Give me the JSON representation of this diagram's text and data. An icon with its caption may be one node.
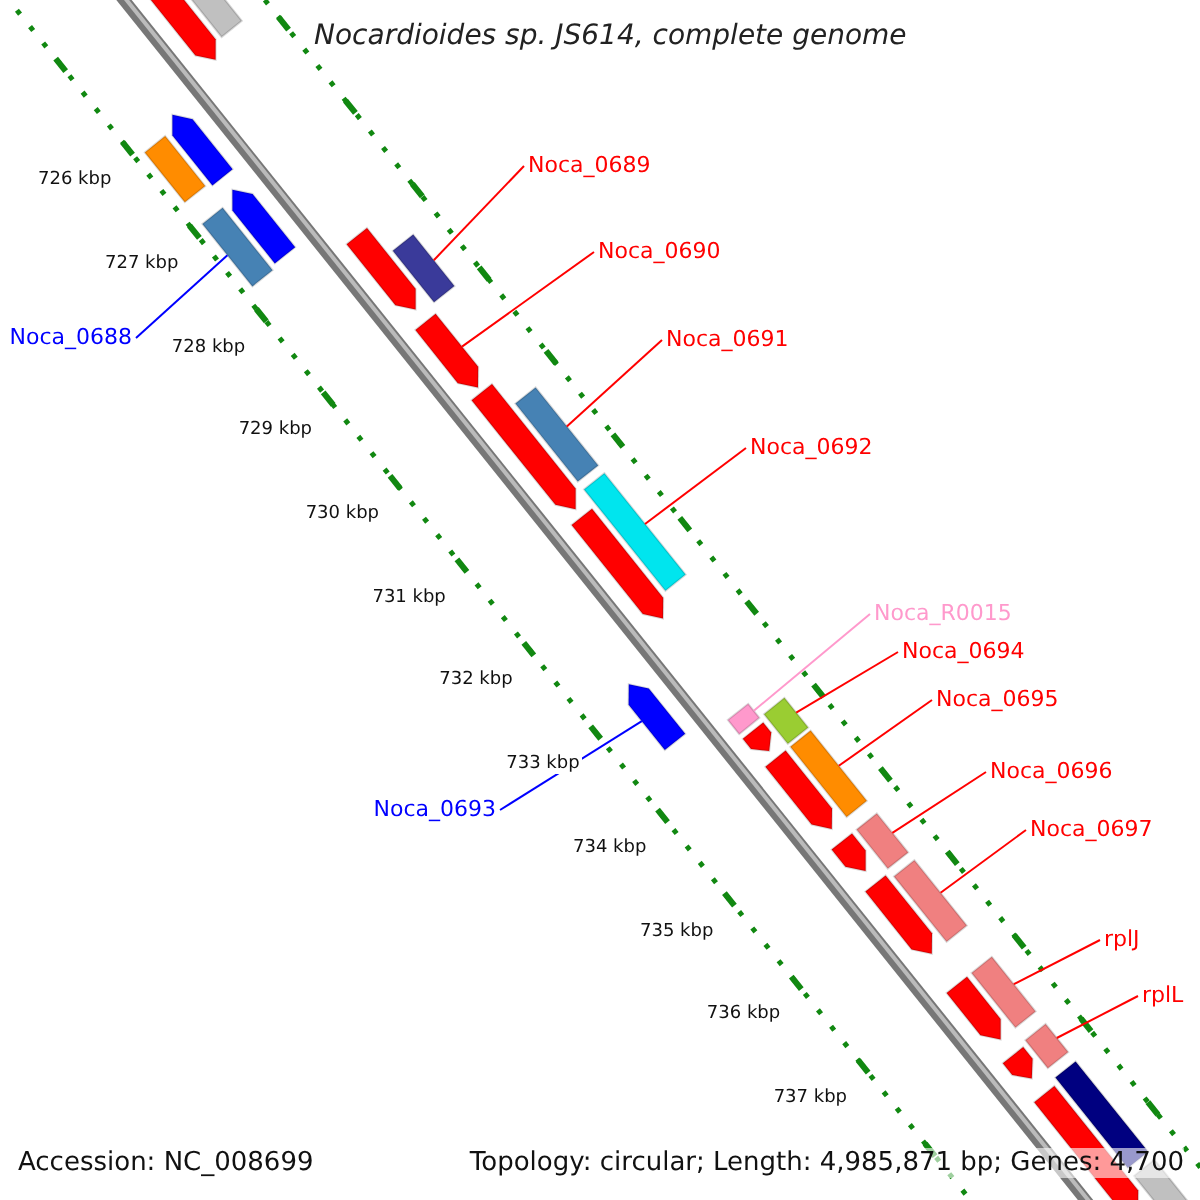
{
  "diagram": {
    "title": "Nocardioides sp. JS614, complete genome",
    "nodes": [
      {
        "text": [
          "Noca_0689"
        ]
      },
      {
        "text": [
          "Noca_0690"
        ]
      },
      {
        "text": [
          "Noca_0688"
        ]
      },
      {
        "text": [
          "Noca_0691"
        ]
      },
      {
        "text": [
          "Noca_0692"
        ]
      },
      {
        "text": [
          "Noca_R0015"
        ]
      },
      {
        "text": [
          "Noca_0694"
        ]
      },
      {
        "text": [
          "Noca_0695"
        ]
      },
      {
        "text": [
          "Noca_0696"
        ]
      },
      {
        "text": [
          "Noca_0693"
        ]
      },
      {
        "text": [
          "Noca_0697"
        ]
      },
      {
        "text": [
          "rplJ"
        ]
      },
      {
        "text": [
          "rplL"
        ]
      },
      {
        "text": [],
        "shape": "arrow"
      },
      {
        "text": [],
        "shape": "box"
      },
      {
        "text": [],
        "shape": "arrow"
      },
      {
        "text": [],
        "shape": "box"
      },
      {
        "text": [],
        "shape": "arrow"
      },
      {
        "text": [],
        "shape": "box"
      },
      {
        "text": [],
        "shape": "arrow"
      },
      {
        "text": [],
        "shape": "box"
      },
      {
        "text": [],
        "shape": "arrow"
      },
      {
        "text": [],
        "shape": "arrow"
      },
      {
        "text": [],
        "shape": "box"
      },
      {
        "text": [],
        "shape": "box"
      },
      {
        "text": [],
        "shape": "arrow"
      },
      {
        "text": [],
        "shape": "arrow"
      },
      {
        "text": [],
        "shape": "box"
      },
      {
        "text": [],
        "shape": "box"
      },
      {
        "text": [],
        "shape": "arrow"
      },
      {
        "text": [],
        "shape": "box"
      },
      {
        "text": [],
        "shape": "arrow"
      },
      {
        "text": [],
        "shape": "box"
      },
      {
        "text": [],
        "shape": "arrow"
      },
      {
        "text": [],
        "shape": "arrow"
      },
      {
        "text": [],
        "shape": "box"
      },
      {
        "text": [],
        "shape": "arrow"
      },
      {
        "text": [],
        "shape": "box"
      },
      {
        "text": [],
        "shape": "box"
      },
      {
        "text": [],
        "shape": "arrow"
      },
      {
        "text": [],
        "shape": "box"
      },
      {
        "text": [],
        "shape": "arrow"
      },
      {
        "text": [],
        "shape": "box"
      }
    ],
    "edges": [
      {
        "from": 0,
        "to": 20,
        "arrow": "none"
      },
      {
        "from": 1,
        "to": 21,
        "arrow": "none"
      },
      {
        "from": 2,
        "to": 18,
        "arrow": "none",
        "color": "#0000ff"
      },
      {
        "from": 3,
        "to": 23,
        "arrow": "none"
      },
      {
        "from": 4,
        "to": 24,
        "arrow": "none"
      },
      {
        "from": 5,
        "to": 27,
        "arrow": "none",
        "color": "#ff99cc"
      },
      {
        "from": 6,
        "to": 28,
        "arrow": "none"
      },
      {
        "from": 7,
        "to": 30,
        "arrow": "none"
      },
      {
        "from": 8,
        "to": 32,
        "arrow": "none"
      },
      {
        "from": 9,
        "to": 26,
        "arrow": "none",
        "color": "#0000ff"
      },
      {
        "from": 10,
        "to": 35,
        "arrow": "none"
      },
      {
        "from": 11,
        "to": 37,
        "arrow": "none"
      },
      {
        "from": 12,
        "to": 38,
        "arrow": "none"
      }
    ],
    "labels": [
      "726 kbp",
      "727 kbp",
      "728 kbp",
      "729 kbp",
      "730 kbp",
      "731 kbp",
      "732 kbp",
      "733 kbp",
      "734 kbp",
      "735 kbp",
      "736 kbp",
      "737 kbp",
      "Accession: NC_008699",
      "Topology: circular; Length: 4,985,871 bp; Genes: 4,700"
    ]
  }
}
